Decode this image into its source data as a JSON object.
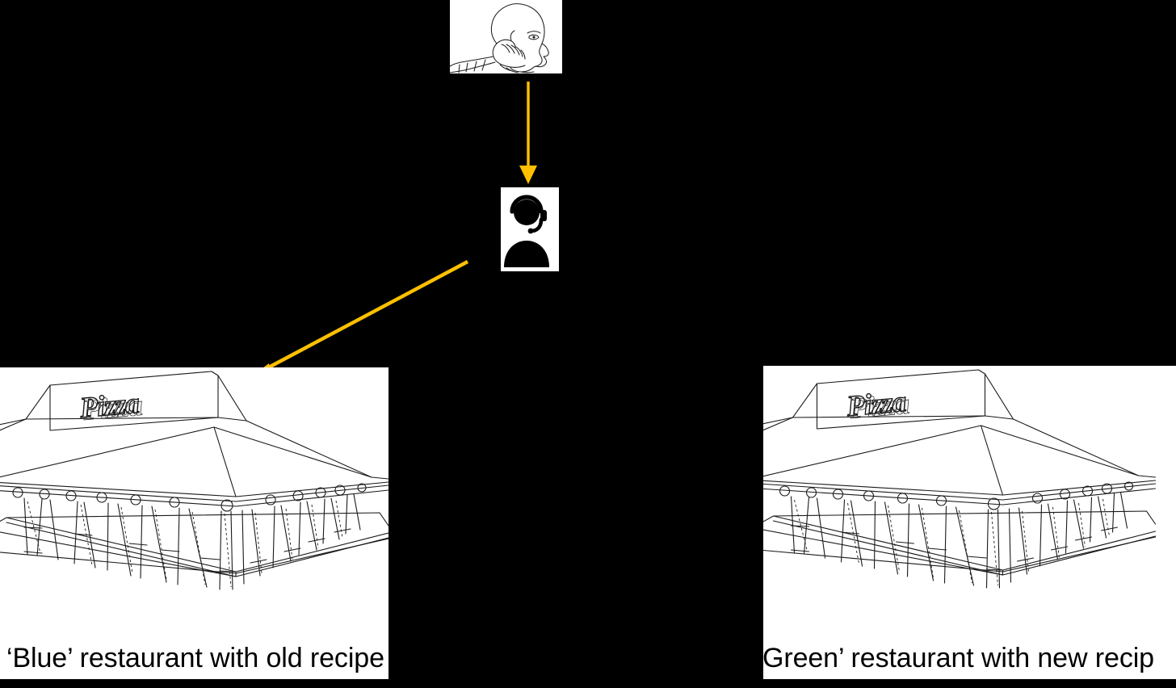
{
  "diagram": {
    "background_color": "#000000",
    "arrow_color": "#FFC000",
    "panel_background": "#FFFFFF",
    "ink_color": "#1A1A1A"
  },
  "nodes": {
    "caller": {
      "name": "caller-photo",
      "alt": "line drawing of a person holding a telephone handset to their ear",
      "icon": "person-on-phone-illustration"
    },
    "agent": {
      "name": "call-center-agent-icon",
      "alt": "black silhouette of a person wearing a headset",
      "icon": "headset-person-icon"
    },
    "restaurant_left": {
      "sign_text": "Pizza",
      "caption": "‘Blue’ restaurant with old recipe",
      "icon": "pizza-restaurant-building-sketch"
    },
    "restaurant_right": {
      "sign_text": "Pizza",
      "caption": "Green’ restaurant with new recip",
      "icon": "pizza-restaurant-building-sketch"
    }
  },
  "arrows": [
    {
      "name": "arrow-caller-to-agent",
      "direction": "down",
      "from": "caller",
      "to": "agent",
      "color": "#FFC000"
    },
    {
      "name": "arrow-agent-to-blue-restaurant",
      "direction": "down-left",
      "from": "agent",
      "to": "restaurant_left",
      "color": "#FFC000"
    }
  ]
}
